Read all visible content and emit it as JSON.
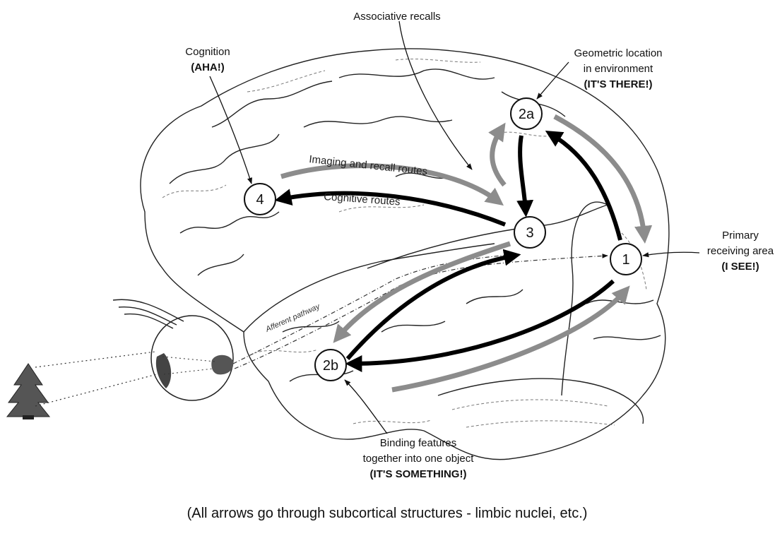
{
  "nodes": {
    "n1": "1",
    "n2a": "2a",
    "n2b": "2b",
    "n3": "3",
    "n4": "4"
  },
  "labels": {
    "associative": "Associative recalls",
    "cognition_line1": "Cognition",
    "cognition_line2": "(AHA!)",
    "geometric_line1": "Geometric location",
    "geometric_line2": "in environment",
    "geometric_line3": "(IT'S THERE!)",
    "primary_line1": "Primary",
    "primary_line2": "receiving area",
    "primary_line3": "(I SEE!)",
    "binding_line1": "Binding features",
    "binding_line2": "together into one object",
    "binding_line3": "(IT'S SOMETHING!)"
  },
  "routes": {
    "imaging": "Imaging and recall routes",
    "cognitive": "Cognitive routes",
    "afferent": "Afferent pathway"
  },
  "footnote": "(All arrows go through subcortical structures - limbic nuclei, etc.)",
  "colors": {
    "black_arrow": "#000000",
    "gray_arrow": "#8c8c8c",
    "outline": "#222222"
  }
}
